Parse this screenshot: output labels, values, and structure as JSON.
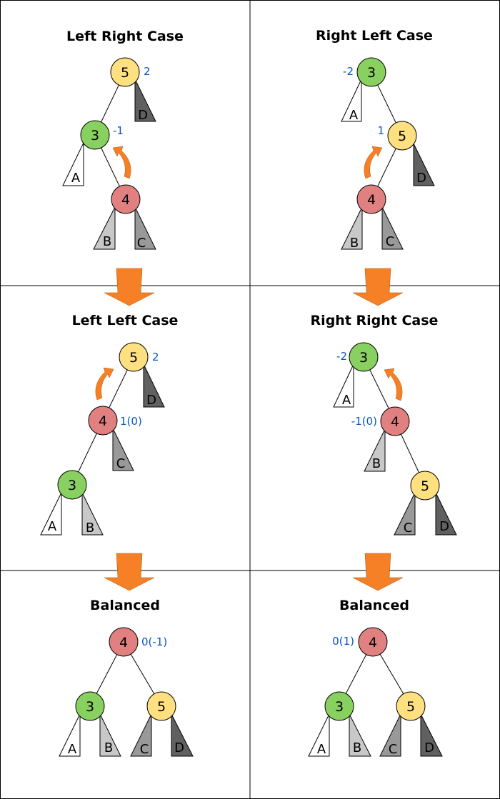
{
  "colors": {
    "node_3": "#88d060",
    "node_4": "#e08080",
    "node_5": "#ffe080",
    "subtree_A": "#ffffff",
    "subtree_B": "#c8c8c8",
    "subtree_C": "#999999",
    "subtree_D": "#606060",
    "balance_factor": "#0a55c8",
    "arrow": "#f58025"
  },
  "panels": [
    {
      "id": "left-right",
      "title": "Left Right Case",
      "nodes": [
        {
          "label": "5",
          "balance": "2"
        },
        {
          "label": "3",
          "balance": "-1"
        },
        {
          "label": "4",
          "balance": ""
        }
      ],
      "subtrees": [
        "D",
        "A",
        "B",
        "C"
      ]
    },
    {
      "id": "right-left",
      "title": "Right Left Case",
      "nodes": [
        {
          "label": "3",
          "balance": "-2"
        },
        {
          "label": "5",
          "balance": "1"
        },
        {
          "label": "4",
          "balance": ""
        }
      ],
      "subtrees": [
        "A",
        "D",
        "B",
        "C"
      ]
    },
    {
      "id": "left-left",
      "title": "Left Left Case",
      "nodes": [
        {
          "label": "5",
          "balance": "2"
        },
        {
          "label": "4",
          "balance": "1(0)"
        },
        {
          "label": "3",
          "balance": ""
        }
      ],
      "subtrees": [
        "D",
        "C",
        "A",
        "B"
      ]
    },
    {
      "id": "right-right",
      "title": "Right Right Case",
      "nodes": [
        {
          "label": "3",
          "balance": "-2"
        },
        {
          "label": "4",
          "balance": "-1(0)"
        },
        {
          "label": "5",
          "balance": ""
        }
      ],
      "subtrees": [
        "A",
        "B",
        "C",
        "D"
      ]
    },
    {
      "id": "balanced-left",
      "title": "Balanced",
      "nodes": [
        {
          "label": "4",
          "balance": "0(-1)"
        },
        {
          "label": "3",
          "balance": ""
        },
        {
          "label": "5",
          "balance": ""
        }
      ],
      "subtrees": [
        "A",
        "B",
        "C",
        "D"
      ]
    },
    {
      "id": "balanced-right",
      "title": "Balanced",
      "nodes": [
        {
          "label": "4",
          "balance": "0(1)"
        },
        {
          "label": "3",
          "balance": ""
        },
        {
          "label": "5",
          "balance": ""
        }
      ],
      "subtrees": [
        "A",
        "B",
        "C",
        "D"
      ]
    }
  ]
}
